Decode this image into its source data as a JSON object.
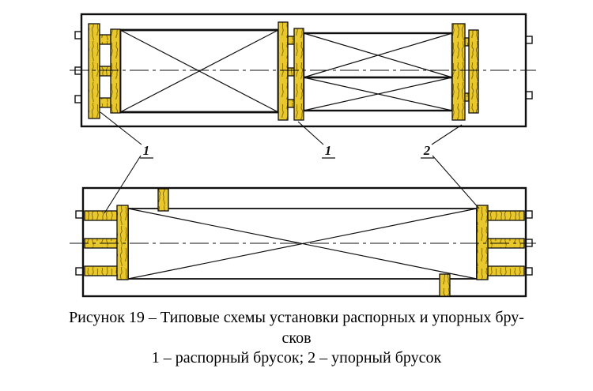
{
  "figure": {
    "caption_line1": "Рисунок 19 – Типовые схемы установки распорных и упорных бру-",
    "caption_line2": "сков",
    "legend": "1 – распорный брусок; 2 – упорный брусок"
  },
  "callouts": [
    {
      "text": "1",
      "target": "распорный брусок"
    },
    {
      "text": "1",
      "target": "распорный брусок"
    },
    {
      "text": "2",
      "target": "упорный брусок"
    }
  ],
  "colors": {
    "wood-fill": "#e9c82e",
    "wood-grain": "#7a6200",
    "line": "#101010"
  }
}
